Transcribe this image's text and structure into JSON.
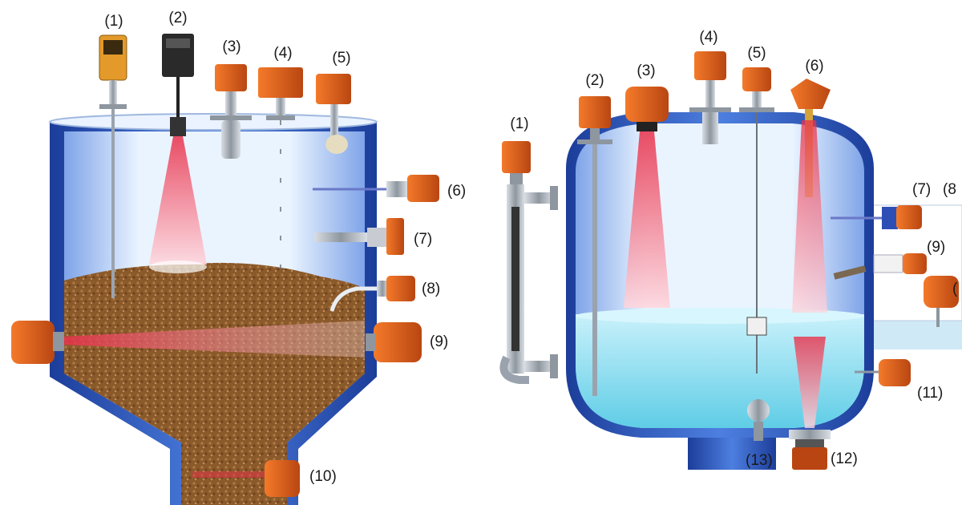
{
  "silo_labels": [
    "(1)",
    "(2)",
    "(3)",
    "(4)",
    "(5)",
    "(6)",
    "(7)",
    "(8)",
    "(9)",
    "(10)"
  ],
  "tank_labels": [
    "(1)",
    "(2)",
    "(3)",
    "(4)",
    "(5)",
    "(6)",
    "(7)",
    "(8",
    "(9)",
    "(",
    "(11)",
    "(12)",
    "(13)"
  ],
  "colors": {
    "sensor_orange": "#e8661c",
    "sensor_dark": "#b94612",
    "beam_red": "#e8304a",
    "bulk_brown": "#8b5a2b",
    "liquid_cyan": "#6fd6ec",
    "vessel_blue": "#1f3f9e",
    "vessel_light": "#dcefff",
    "metal": "#9aa3ad"
  },
  "icons": [
    "level-transmitter-icon",
    "radar-sensor-icon",
    "ultrasonic-sensor-icon",
    "float-switch-icon",
    "vibrating-fork-icon",
    "capacitance-probe-icon",
    "bypass-indicator-icon"
  ]
}
